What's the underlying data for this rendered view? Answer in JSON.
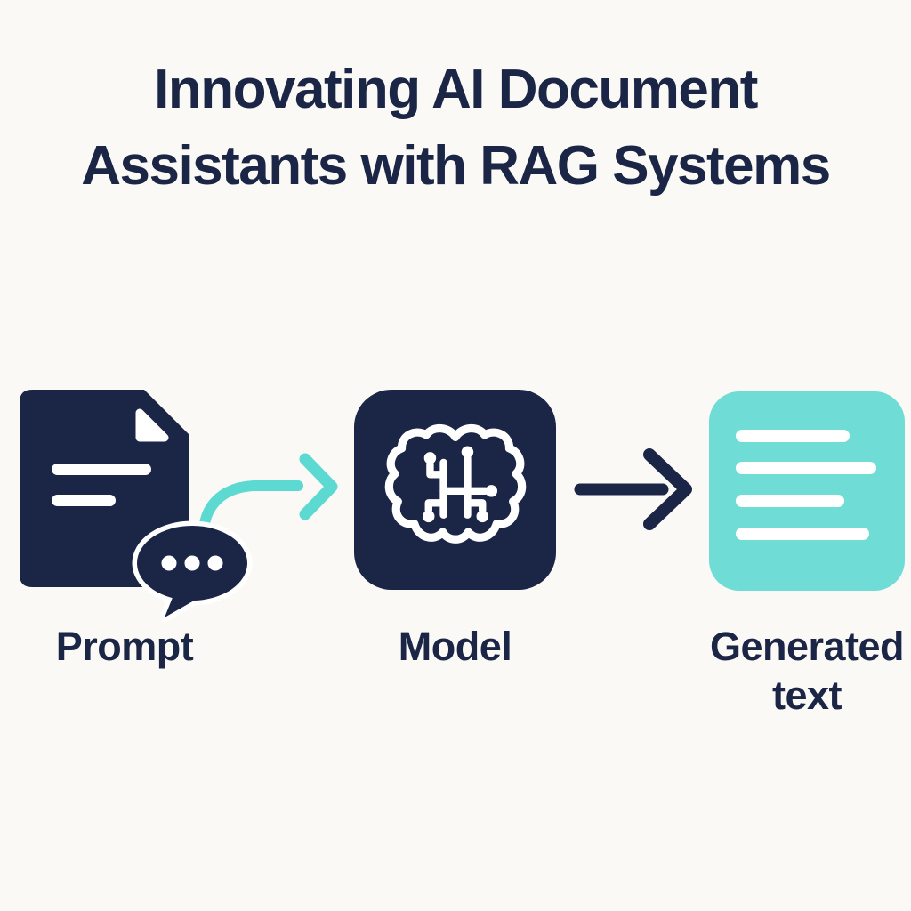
{
  "page": {
    "background_color": "#FAF9F6",
    "navy_color": "#1B2545",
    "teal_color": "#6FDCD5",
    "teal_arrow_color": "#5CDAD2",
    "line_color": "#FFFFFF"
  },
  "title": {
    "line1": "Innovating AI Document",
    "line2": "Assistants with RAG Systems"
  },
  "flow": {
    "steps": [
      {
        "id": "prompt",
        "label": "Prompt",
        "icon": "document-chat-icon"
      },
      {
        "id": "model",
        "label": "Model",
        "icon": "brain-circuit-icon"
      },
      {
        "id": "generated",
        "label": "Generated text",
        "icon": "generated-text-icon"
      }
    ],
    "connectors": [
      {
        "from": "prompt",
        "to": "model",
        "style": "curved",
        "color": "#5CDAD2"
      },
      {
        "from": "model",
        "to": "generated",
        "style": "straight",
        "color": "#1B2545"
      }
    ]
  }
}
